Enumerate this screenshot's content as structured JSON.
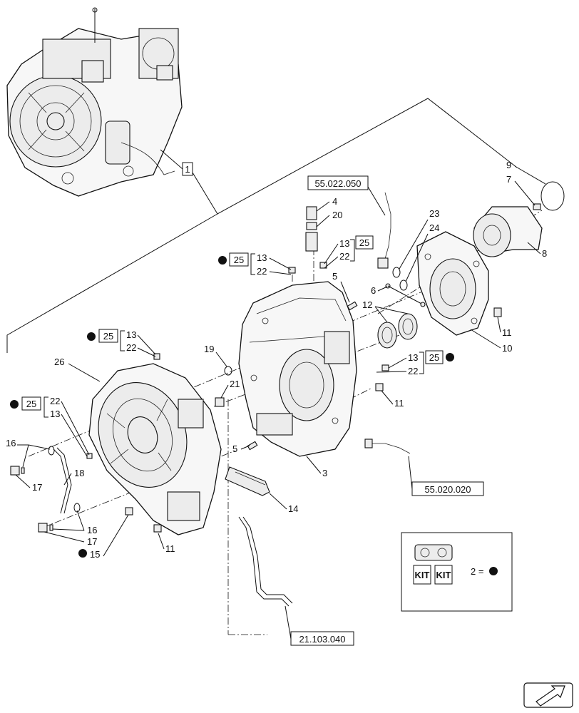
{
  "reference_boxes": {
    "ref_top": "55.022.050",
    "ref_right": "55.020.020",
    "ref_bottom": "21.103.040"
  },
  "callouts": {
    "c1": "1",
    "c3": "3",
    "c4": "4",
    "c5a": "5",
    "c5b": "5",
    "c6": "6",
    "c7": "7",
    "c8": "8",
    "c9": "9",
    "c10": "10",
    "c11a": "11",
    "c11b": "11",
    "c11c": "11",
    "c12": "12",
    "c13a": "13",
    "c13b": "13",
    "c13c": "13",
    "c13d": "13",
    "c13e": "13",
    "c14": "14",
    "c15": "15",
    "c16a": "16",
    "c16b": "16",
    "c17a": "17",
    "c17b": "17",
    "c18": "18",
    "c19": "19",
    "c20": "20",
    "c21": "21",
    "c22a": "22",
    "c22b": "22",
    "c22c": "22",
    "c22d": "22",
    "c22e": "22",
    "c23": "23",
    "c24": "24",
    "c26": "26"
  },
  "kit_refs": {
    "k25a": "25",
    "k25b": "25",
    "k25c": "25",
    "k25d": "25",
    "k25e": "25"
  },
  "kit_legend": {
    "kit_word_1": "KIT",
    "kit_word_2": "KIT",
    "legend_text": "2 ="
  }
}
